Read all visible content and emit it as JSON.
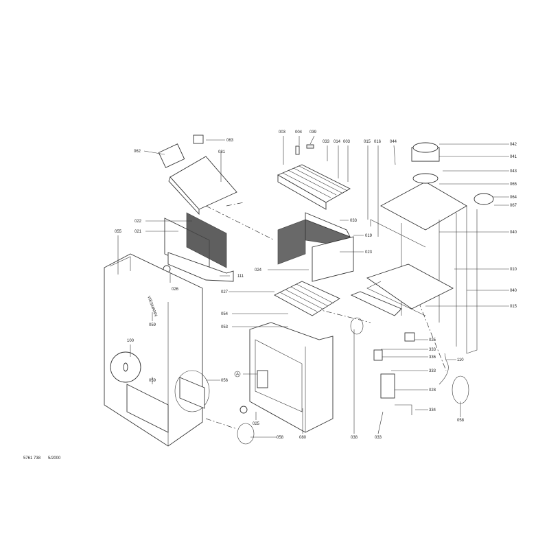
{
  "labels": [
    "063",
    "062",
    "081",
    "022",
    "021",
    "055",
    "111",
    "026",
    "027",
    "003",
    "004",
    "039",
    "033",
    "014",
    "003",
    "033",
    "019",
    "023",
    "024",
    "015",
    "016",
    "044",
    "042",
    "041",
    "043",
    "065",
    "064",
    "067",
    "040",
    "010",
    "040",
    "015",
    "054",
    "053",
    "059",
    "100",
    "059",
    "056",
    "025",
    "333",
    "336",
    "110",
    "333",
    "028",
    "334",
    "058",
    "025",
    "058",
    "080",
    "038",
    "033"
  ],
  "marker_a": "A",
  "footer": {
    "doc_number": "5761 738",
    "date": "5/2000"
  },
  "brand_text": "VIESMANN"
}
